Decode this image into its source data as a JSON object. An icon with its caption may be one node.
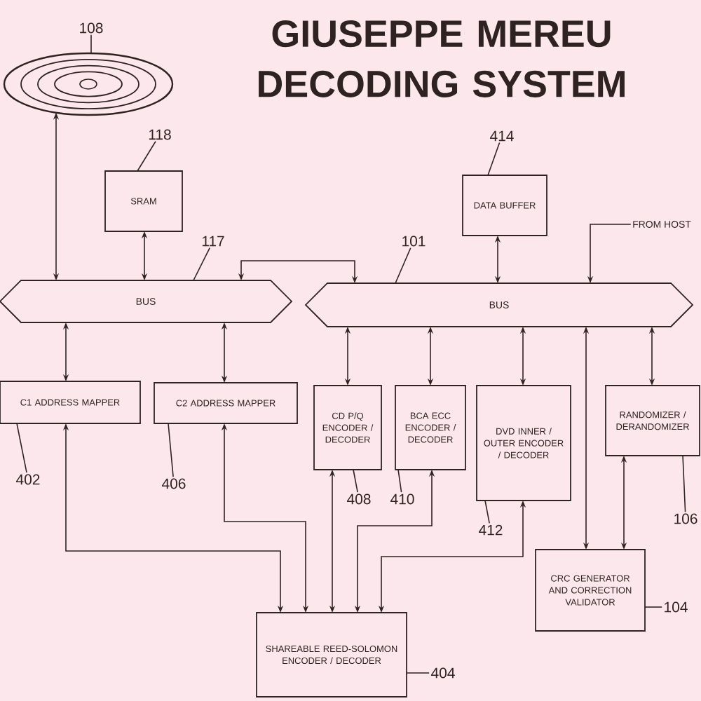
{
  "diagram": {
    "title": "GIUSEPPE MEREU DECODING SYSTEM",
    "nodes": [
      {
        "text": [],
        "shape": "disc"
      },
      {
        "text": [
          "108"
        ]
      },
      {
        "text": [
          "SRAM"
        ]
      },
      {
        "text": [
          "118"
        ]
      },
      {
        "text": [
          "BUS"
        ]
      },
      {
        "text": [
          "117"
        ]
      },
      {
        "text": [
          "BUS"
        ]
      },
      {
        "text": [
          "101"
        ]
      },
      {
        "text": [
          "DATA BUFFER"
        ]
      },
      {
        "text": [
          "414"
        ]
      },
      {
        "text": [
          "FROM HOST"
        ]
      },
      {
        "text": [
          "C1 ADDRESS MAPPER"
        ]
      },
      {
        "text": [
          "402"
        ]
      },
      {
        "text": [
          "C2 ADDRESS MAPPER"
        ]
      },
      {
        "text": [
          "406"
        ]
      },
      {
        "text": [
          "CD P/Q ENCODER / DECODER"
        ]
      },
      {
        "text": [
          "408"
        ]
      },
      {
        "text": [
          "BCA ECC ENCODER / DECODER"
        ]
      },
      {
        "text": [
          "410"
        ]
      },
      {
        "text": [
          "DVD INNER / OUTER ENCODER / DECODER"
        ]
      },
      {
        "text": [
          "412"
        ]
      },
      {
        "text": [
          "RANDOMIZER / DERANDOMIZER"
        ]
      },
      {
        "text": [
          "106"
        ]
      },
      {
        "text": [
          "CRC GENERATOR AND CORRECTION VALIDATOR"
        ]
      },
      {
        "text": [
          "104"
        ]
      },
      {
        "text": [
          "SHAREABLE REED-SOLOMON ENCODER / DECODER"
        ]
      },
      {
        "text": [
          "404"
        ]
      }
    ],
    "edges": [
      {
        "from": 0,
        "to": 4,
        "arrow": "both"
      },
      {
        "from": 2,
        "to": 4,
        "arrow": "both"
      },
      {
        "from": 6,
        "to": 4,
        "arrow": "both"
      },
      {
        "from": 4,
        "to": 11,
        "arrow": "both"
      },
      {
        "from": 4,
        "to": 13,
        "arrow": "both"
      },
      {
        "from": 8,
        "to": 6,
        "arrow": "both"
      },
      {
        "from": 10,
        "to": 6,
        "arrow": "to"
      },
      {
        "from": 6,
        "to": 15,
        "arrow": "both"
      },
      {
        "from": 6,
        "to": 17,
        "arrow": "both"
      },
      {
        "from": 6,
        "to": 19,
        "arrow": "both"
      },
      {
        "from": 6,
        "to": 21,
        "arrow": "both"
      },
      {
        "from": 6,
        "to": 23,
        "arrow": "both"
      },
      {
        "from": 21,
        "to": 23,
        "arrow": "both"
      },
      {
        "from": 11,
        "to": 25,
        "arrow": "both"
      },
      {
        "from": 13,
        "to": 25,
        "arrow": "both"
      },
      {
        "from": 15,
        "to": 25,
        "arrow": "both"
      },
      {
        "from": 17,
        "to": 25,
        "arrow": "both"
      },
      {
        "from": 19,
        "to": 25,
        "arrow": "both"
      },
      {
        "from": 1,
        "to": 0,
        "arrow": "none"
      },
      {
        "from": 3,
        "to": 2,
        "arrow": "none"
      },
      {
        "from": 5,
        "to": 4,
        "arrow": "none"
      },
      {
        "from": 7,
        "to": 6,
        "arrow": "none"
      },
      {
        "from": 9,
        "to": 8,
        "arrow": "none"
      },
      {
        "from": 12,
        "to": 11,
        "arrow": "none"
      },
      {
        "from": 14,
        "to": 13,
        "arrow": "none"
      },
      {
        "from": 16,
        "to": 15,
        "arrow": "none"
      },
      {
        "from": 18,
        "to": 17,
        "arrow": "none"
      },
      {
        "from": 20,
        "to": 19,
        "arrow": "none"
      },
      {
        "from": 22,
        "to": 21,
        "arrow": "none"
      },
      {
        "from": 24,
        "to": 23,
        "arrow": "none"
      },
      {
        "from": 26,
        "to": 25,
        "arrow": "none"
      }
    ]
  }
}
